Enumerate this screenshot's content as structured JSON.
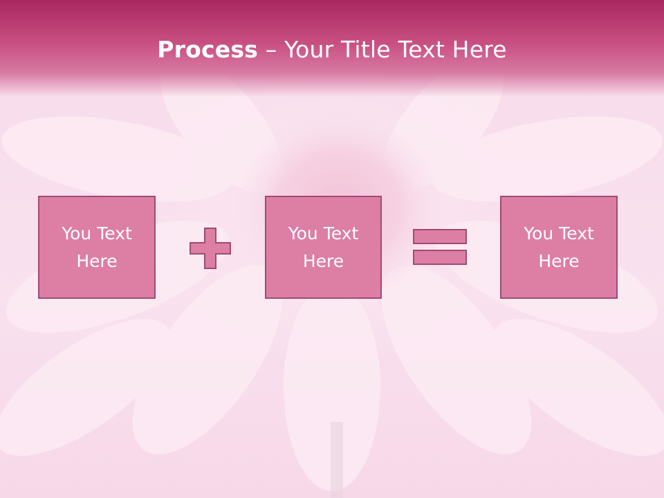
{
  "slide": {
    "title_bold": "Process",
    "title_rest": " – Your Title Text Here"
  },
  "process": {
    "items": [
      {
        "label": "You Text\nHere"
      },
      {
        "label": "You Text\nHere"
      },
      {
        "label": "You Text\nHere"
      }
    ],
    "operators": [
      "plus",
      "equals"
    ]
  },
  "colors": {
    "title_bar": "#c94f82",
    "box_fill": "#dd7ea5",
    "box_border": "#a04a74",
    "background": "#f7dbe9"
  }
}
